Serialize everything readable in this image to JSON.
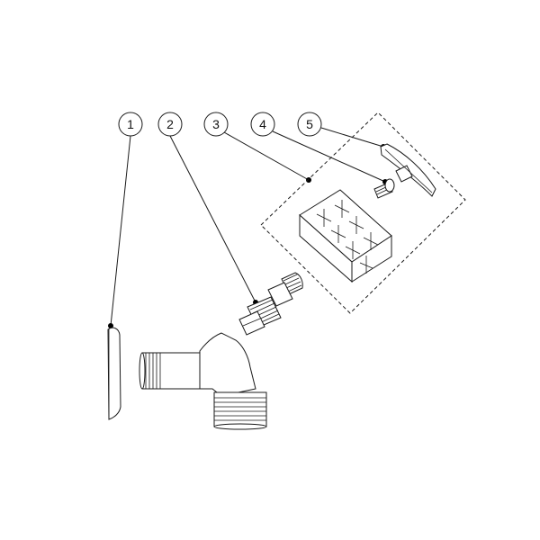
{
  "diagram": {
    "callouts": [
      {
        "id": "1",
        "label": "1"
      },
      {
        "id": "2",
        "label": "2"
      },
      {
        "id": "3",
        "label": "3"
      },
      {
        "id": "4",
        "label": "4"
      },
      {
        "id": "5",
        "label": "5"
      }
    ],
    "line_color": "#1a1a1a",
    "background": "#ffffff"
  }
}
